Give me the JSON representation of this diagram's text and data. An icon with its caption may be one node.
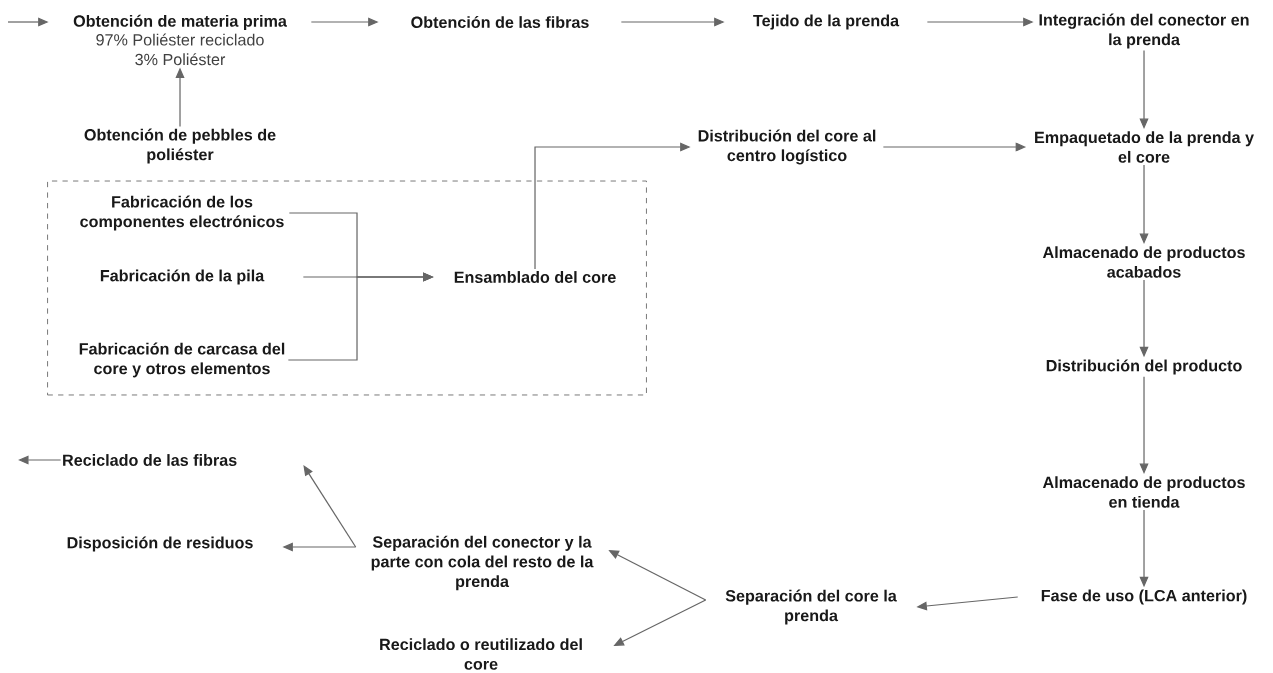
{
  "diagram": {
    "nodes": [
      {
        "text": [
          "Obtención de materia prima",
          "97% Poliéster reciclado 3% Poliéster"
        ]
      },
      {
        "text": [
          "Obtención de las fibras"
        ]
      },
      {
        "text": [
          "Tejido de la prenda"
        ]
      },
      {
        "text": [
          "Integración del conector en la prenda"
        ]
      },
      {
        "text": [
          "Obtención de pebbles de poliéster"
        ]
      },
      {
        "text": [
          "Distribución del core al centro logístico"
        ]
      },
      {
        "text": [
          "Empaquetado de la prenda y el core"
        ]
      },
      {
        "text": [],
        "shape": "box"
      },
      {
        "text": [
          "Fabricación de los componentes electrónicos"
        ],
        "in": 7
      },
      {
        "text": [
          "Fabricación de la pila"
        ],
        "in": 7
      },
      {
        "text": [
          "Fabricación de carcasa del core y otros elementos"
        ],
        "in": 7
      },
      {
        "text": [
          "Ensamblado del core"
        ],
        "in": 7
      },
      {
        "text": [
          "Almacenado de productos acabados"
        ]
      },
      {
        "text": [
          "Distribución del producto"
        ]
      },
      {
        "text": [
          "Reciclado de las fibras"
        ]
      },
      {
        "text": [
          "Almacenado de productos en tienda"
        ]
      },
      {
        "text": [
          "Disposición de residuos"
        ]
      },
      {
        "text": [
          "Separación del conector y la parte con cola del resto de la prenda"
        ]
      },
      {
        "text": [
          "Separación del core la prenda"
        ]
      },
      {
        "text": [
          "Fase de uso (LCA anterior)"
        ]
      },
      {
        "text": [
          "Reciclado o reutilizado del core"
        ]
      }
    ],
    "edges": [
      {
        "from": null,
        "to": 0,
        "arrow": "to"
      },
      {
        "from": 4,
        "to": 0,
        "arrow": "to"
      },
      {
        "from": 0,
        "to": 1,
        "arrow": "to"
      },
      {
        "from": 1,
        "to": 2,
        "arrow": "to"
      },
      {
        "from": 2,
        "to": 3,
        "arrow": "to"
      },
      {
        "from": 3,
        "to": 6,
        "arrow": "to"
      },
      {
        "from": 8,
        "to": 11,
        "arrow": "to"
      },
      {
        "from": 9,
        "to": 11,
        "arrow": "to"
      },
      {
        "from": 10,
        "to": 11,
        "arrow": "to"
      },
      {
        "from": 11,
        "to": 5,
        "arrow": "to"
      },
      {
        "from": 5,
        "to": 6,
        "arrow": "to"
      },
      {
        "from": 6,
        "to": 12,
        "arrow": "to"
      },
      {
        "from": 12,
        "to": 13,
        "arrow": "to"
      },
      {
        "from": 13,
        "to": 15,
        "arrow": "to"
      },
      {
        "from": 15,
        "to": 19,
        "arrow": "to"
      },
      {
        "from": 19,
        "to": 18,
        "arrow": "to"
      },
      {
        "from": 18,
        "to": 17,
        "arrow": "to"
      },
      {
        "from": 18,
        "to": 20,
        "arrow": "to"
      },
      {
        "from": 17,
        "to": 14,
        "arrow": "to"
      },
      {
        "from": 17,
        "to": 16,
        "arrow": "to"
      },
      {
        "from": 14,
        "to": null,
        "arrow": "to"
      }
    ]
  }
}
